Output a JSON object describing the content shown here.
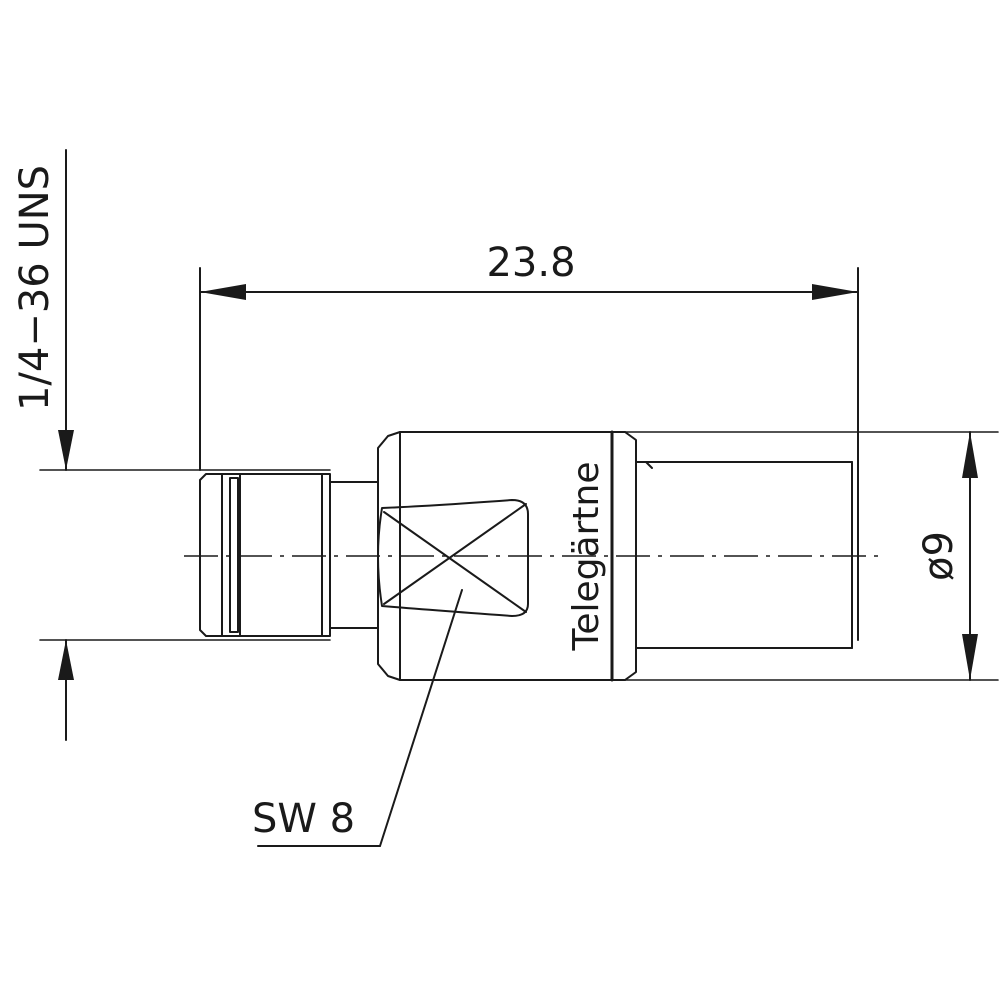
{
  "drawing": {
    "dimension_length": "23.8",
    "dimension_diameter": "ø9",
    "thread_spec": "1/4−36 UNS",
    "wrench_size": "SW 8",
    "brand": "Telegärtne"
  }
}
